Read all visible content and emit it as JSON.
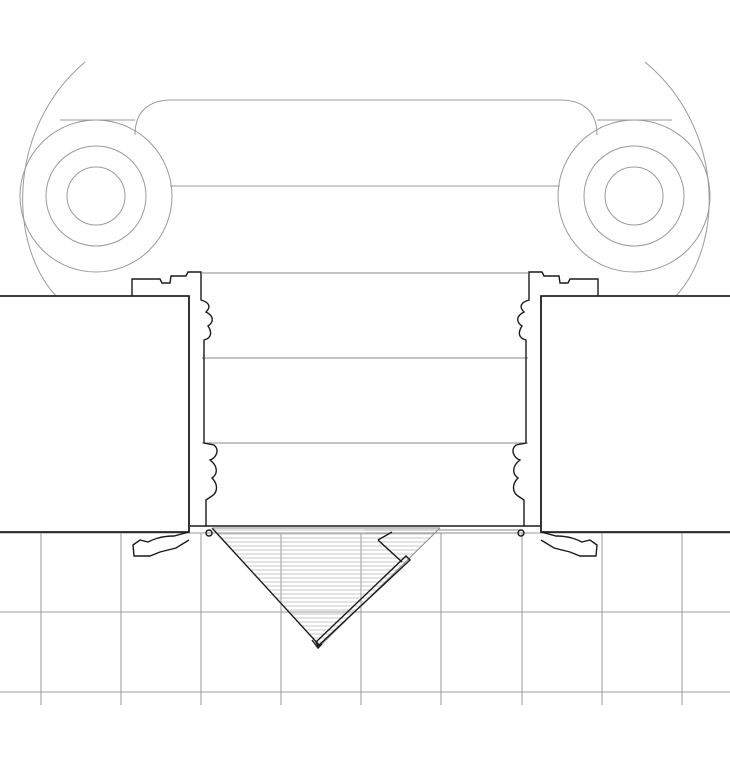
{
  "drawing": {
    "type": "architectural floor plan",
    "elements": [
      "ornamental-scroll-motif",
      "floor-grid",
      "left-wall",
      "right-wall",
      "door-frame",
      "door-leaf",
      "door-swing-arc"
    ],
    "colors": {
      "background": "#ffffff",
      "primary_line": "#1a1a1a",
      "secondary_line": "#9a9a9a",
      "hatch": "#b5b5b5"
    }
  }
}
